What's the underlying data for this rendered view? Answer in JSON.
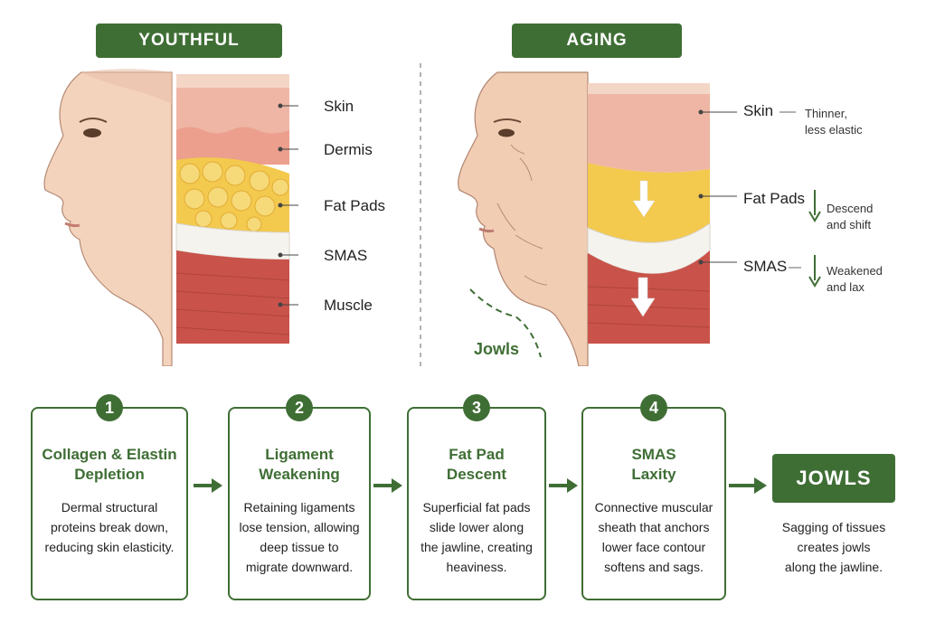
{
  "headers": {
    "youthful": "YOUTHFUL",
    "aging": "AGING"
  },
  "youthful_layers": [
    "Skin",
    "Dermis",
    "Fat Pads",
    "SMAS",
    "Muscle"
  ],
  "aging_layers": {
    "skin": "Skin",
    "skin_note_1": "Thinner,",
    "skin_note_2": "less elastic",
    "fat": "Fat Pads",
    "fat_note_1": "Descend",
    "fat_note_2": "and shift",
    "smas": "SMAS",
    "smas_note_1": "Weakened",
    "smas_note_2": "and lax"
  },
  "jowls_label": "Jowls",
  "steps": [
    {
      "num": "1",
      "title_1": "Collagen & Elastin",
      "title_2": "Depletion",
      "desc_1": "Dermal structural",
      "desc_2": "proteins break down,",
      "desc_3": "reducing skin elasticity.",
      "desc_4": ""
    },
    {
      "num": "2",
      "title_1": "Ligament",
      "title_2": "Weakening",
      "desc_1": "Retaining ligaments",
      "desc_2": "lose tension, allowing",
      "desc_3": "deep tissue to",
      "desc_4": "migrate downward."
    },
    {
      "num": "3",
      "title_1": "Fat Pad",
      "title_2": "Descent",
      "desc_1": "Superficial fat pads",
      "desc_2": "slide lower along",
      "desc_3": "the jawline, creating",
      "desc_4": "heaviness."
    },
    {
      "num": "4",
      "title_1": "SMAS",
      "title_2": "Laxity",
      "desc_1": "Connective muscular",
      "desc_2": "sheath that anchors",
      "desc_3": "lower face contour",
      "desc_4": "softens and sags."
    }
  ],
  "result": {
    "title": "JOWLS",
    "desc_1": "Sagging of tissues",
    "desc_2": "creates jowls",
    "desc_3": "along the jawline."
  },
  "colors": {
    "accent": "#3f6e35",
    "skin": "#f2c7b4",
    "dermis": "#ef9f8f",
    "fat": "#f3c94e",
    "smas": "#f2f0ec",
    "muscle": "#c9534a"
  }
}
